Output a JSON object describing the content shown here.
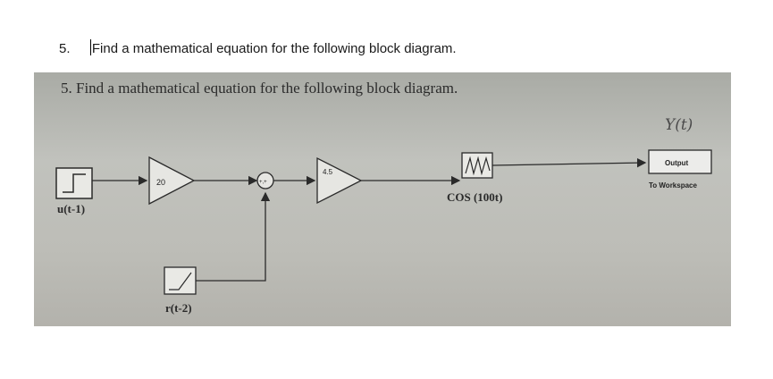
{
  "document": {
    "question_number": "5.",
    "question_text": "Find a mathematical equation for the following block diagram."
  },
  "photo": {
    "heading": "5.  Find a mathematical equation for the following block diagram.",
    "handwritten_output": "Y(t)",
    "blocks": {
      "step_label": "u(t-1)",
      "gain1_value": "20",
      "sum_signs": "+,+",
      "gain2_value": "4.5",
      "cos_label": "COS (100t)",
      "output_name": "Output",
      "output_caption": "To Workspace",
      "ramp_label": "r(t-2)"
    }
  }
}
